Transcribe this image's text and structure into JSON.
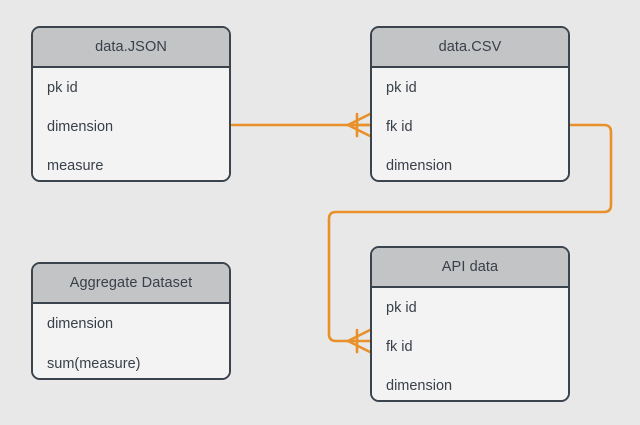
{
  "diagram": {
    "type": "entity-relationship-diagram",
    "background_color": "#e8e8e8",
    "entity_border_color": "#3b434d",
    "entity_header_color": "#c2c4c5",
    "entity_body_color": "#f3f3f3",
    "relationship_color": "#e8912a",
    "text_color": "#3a4049"
  },
  "entities": [
    {
      "id": "data-json",
      "title": "data.JSON",
      "attributes": [
        "pk id",
        "dimension",
        "measure"
      ]
    },
    {
      "id": "data-csv",
      "title": "data.CSV",
      "attributes": [
        "pk id",
        "fk id",
        "dimension"
      ]
    },
    {
      "id": "aggregate-dataset",
      "title": "Aggregate Dataset",
      "attributes": [
        "dimension",
        "sum(measure)"
      ]
    },
    {
      "id": "api-data",
      "title": "API data",
      "attributes": [
        "pk id",
        "fk id",
        "dimension"
      ]
    }
  ],
  "relationships": [
    {
      "id": "json-to-csv",
      "from_entity": "data-json",
      "from_attribute": "dimension",
      "to_entity": "data-csv",
      "to_attribute": "fk id",
      "notation": "crows-foot",
      "cardinality": "one-to-many"
    },
    {
      "id": "csv-to-api",
      "from_entity": "data-csv",
      "from_attribute": "fk id",
      "to_entity": "api-data",
      "to_attribute": "fk id",
      "notation": "crows-foot",
      "cardinality": "one-to-many"
    }
  ]
}
